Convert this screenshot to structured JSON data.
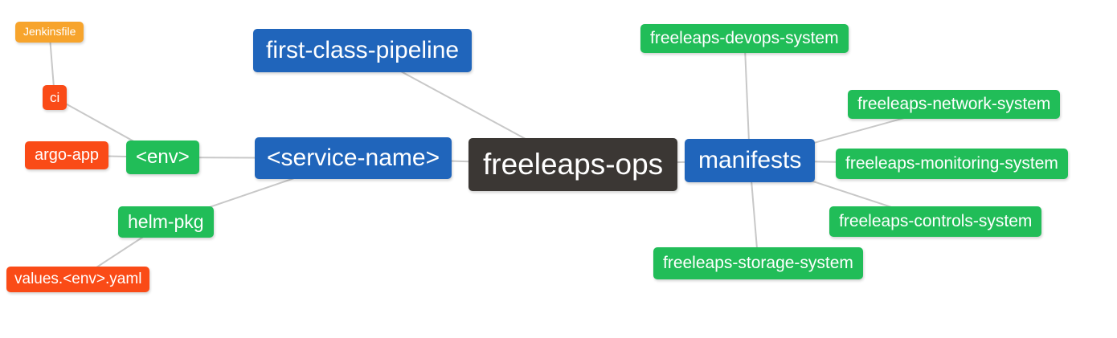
{
  "diagram": {
    "type": "mindmap",
    "root_label": "freeleaps-ops"
  },
  "colors": {
    "blue": "#2065bb",
    "green": "#21bd58",
    "orange": "#f7a42c",
    "red": "#fa4b17",
    "dark": "#3b3734",
    "edge": "#c8c8c8",
    "text": "#ffffff"
  },
  "nodes": [
    {
      "id": "jenkinsfile",
      "label": "Jenkinsfile",
      "color": "orange"
    },
    {
      "id": "ci",
      "label": "ci",
      "color": "red"
    },
    {
      "id": "argo-app",
      "label": "argo-app",
      "color": "red"
    },
    {
      "id": "env",
      "label": "<env>",
      "color": "green"
    },
    {
      "id": "helm-pkg",
      "label": "helm-pkg",
      "color": "green"
    },
    {
      "id": "values-env-yaml",
      "label": "values.<env>.yaml",
      "color": "red"
    },
    {
      "id": "first-class-pipeline",
      "label": "first-class-pipeline",
      "color": "blue"
    },
    {
      "id": "service-name",
      "label": "<service-name>",
      "color": "blue"
    },
    {
      "id": "freeleaps-ops",
      "label": "freeleaps-ops",
      "color": "dark"
    },
    {
      "id": "manifests",
      "label": "manifests",
      "color": "blue"
    },
    {
      "id": "devops-system",
      "label": "freeleaps-devops-system",
      "color": "green"
    },
    {
      "id": "network-system",
      "label": "freeleaps-network-system",
      "color": "green"
    },
    {
      "id": "monitoring-system",
      "label": "freeleaps-monitoring-system",
      "color": "green"
    },
    {
      "id": "controls-system",
      "label": "freeleaps-controls-system",
      "color": "green"
    },
    {
      "id": "storage-system",
      "label": "freeleaps-storage-system",
      "color": "green"
    }
  ],
  "edges": [
    [
      "jenkinsfile",
      "ci"
    ],
    [
      "ci",
      "env"
    ],
    [
      "argo-app",
      "env"
    ],
    [
      "env",
      "service-name"
    ],
    [
      "helm-pkg",
      "service-name"
    ],
    [
      "values-env-yaml",
      "helm-pkg"
    ],
    [
      "first-class-pipeline",
      "freeleaps-ops"
    ],
    [
      "service-name",
      "freeleaps-ops"
    ],
    [
      "freeleaps-ops",
      "manifests"
    ],
    [
      "manifests",
      "devops-system"
    ],
    [
      "manifests",
      "network-system"
    ],
    [
      "manifests",
      "monitoring-system"
    ],
    [
      "manifests",
      "controls-system"
    ],
    [
      "manifests",
      "storage-system"
    ]
  ]
}
